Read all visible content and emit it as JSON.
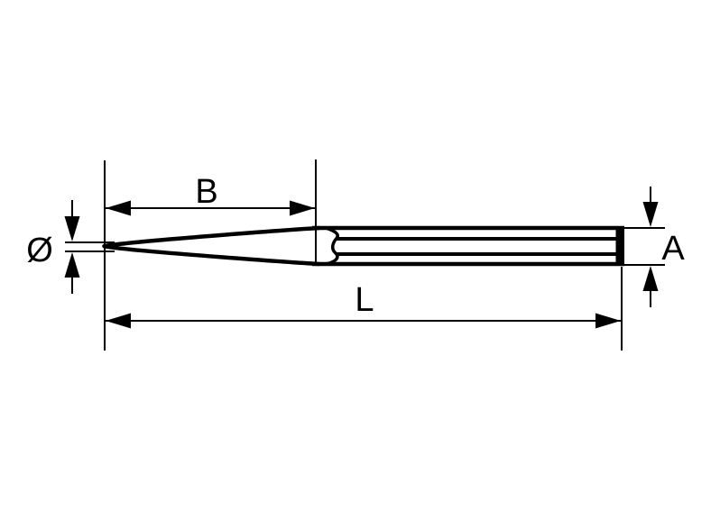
{
  "diagram": {
    "subject": "drift-punch-technical-drawing",
    "background_color": "#ffffff",
    "line_color": "#000000",
    "labels": {
      "tip_diameter": "Ø",
      "taper_length": "B",
      "stock_size": "A",
      "overall_length": "L"
    }
  }
}
